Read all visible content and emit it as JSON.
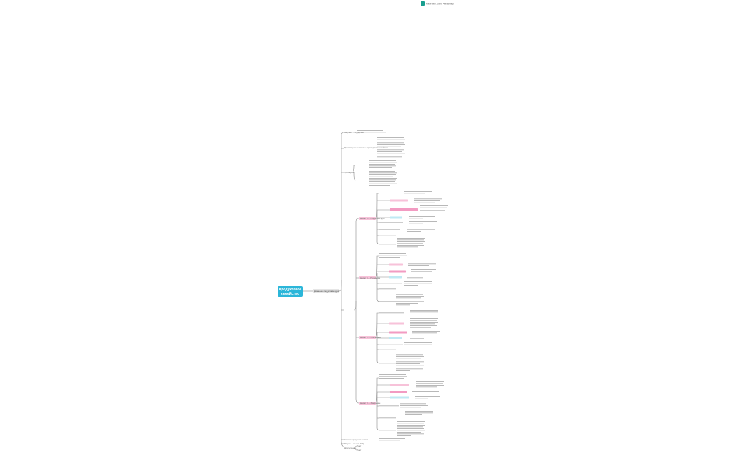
{
  "watermark": {
    "text": "Made with XMind • Mind Map"
  },
  "root": {
    "title_line1": "Продуктовое",
    "title_line2": "семейство"
  },
  "topic": {
    "label": "Домашнее продуктовое ядро"
  },
  "branches": {
    "intro_label": "Введение — определение",
    "origin_label": "Происхождение и ключевые характеристики семейства",
    "other_label": "Прочие узлы",
    "gen1_label": "Вариант A — Продуктовое ядро",
    "gen2_label": "Вариант B — Расширение",
    "gen3_label": "Вариант C — Ответвление",
    "gen4_label": "Вариант D — Завершение",
    "tail1": "Связанные результаты и итоги",
    "tail2": "Ресурсы — ссылки (Web)",
    "tail3": "Дополнительно",
    "tail3_a": "Пункт",
    "tail3_b": "Пункт"
  },
  "colors": {
    "root": "#2bb6d9",
    "highlight_pink": "#f7c2d9",
    "highlight_deep_pink": "#f29bc2",
    "highlight_cyan": "#bfe9f3",
    "connector": "#8b8b8b"
  },
  "icons": {
    "watermark_logo": "xmind-logo-icon"
  }
}
